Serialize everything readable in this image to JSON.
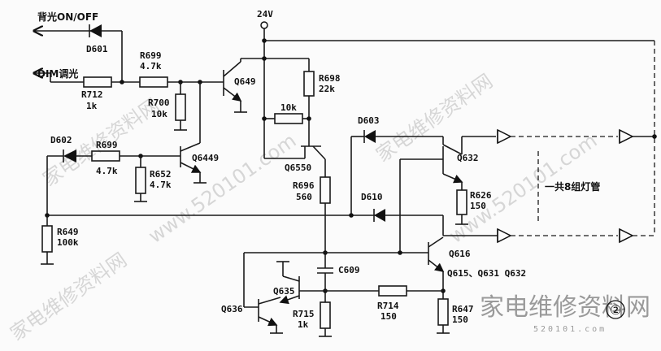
{
  "labels": {
    "backlight_onoff": "背光ON/OFF",
    "dim": "DIM调光",
    "v24": "24V",
    "d601": "D601",
    "r699a": "R699",
    "r699a_val": "4.7k",
    "r712": "R712",
    "r712_val": "1k",
    "r700": "R700",
    "r700_val": "10k",
    "q649": "Q649",
    "r698": "R698",
    "r698_val": "22k",
    "r10k": "10k",
    "q6550": "Q6550",
    "d602": "D602",
    "r699b": "R699",
    "r699b_val": "4.7k",
    "r652": "R652",
    "r652_val": "4.7k",
    "q6449": "Q6449",
    "r696": "R696",
    "r696_val": "560",
    "d603": "D603",
    "q632": "Q632",
    "r626": "R626",
    "r626_val": "150",
    "d610": "D610",
    "group_note": "一共8组灯管",
    "r649": "R649",
    "r649_val": "100k",
    "c609": "C609",
    "q616": "Q616",
    "q_list": "Q615、Q631 Q632",
    "q636": "Q636",
    "q635": "Q635",
    "r715": "R715",
    "r715_val": "1k",
    "r714": "R714",
    "r714_val": "150",
    "r647": "R647",
    "r647_val": "150",
    "fig_num": "②"
  },
  "watermark": {
    "site": "家电维修资料网",
    "url": "520101.com",
    "diag_a": "家电维修资料网",
    "diag_b": "www.520101.com"
  }
}
